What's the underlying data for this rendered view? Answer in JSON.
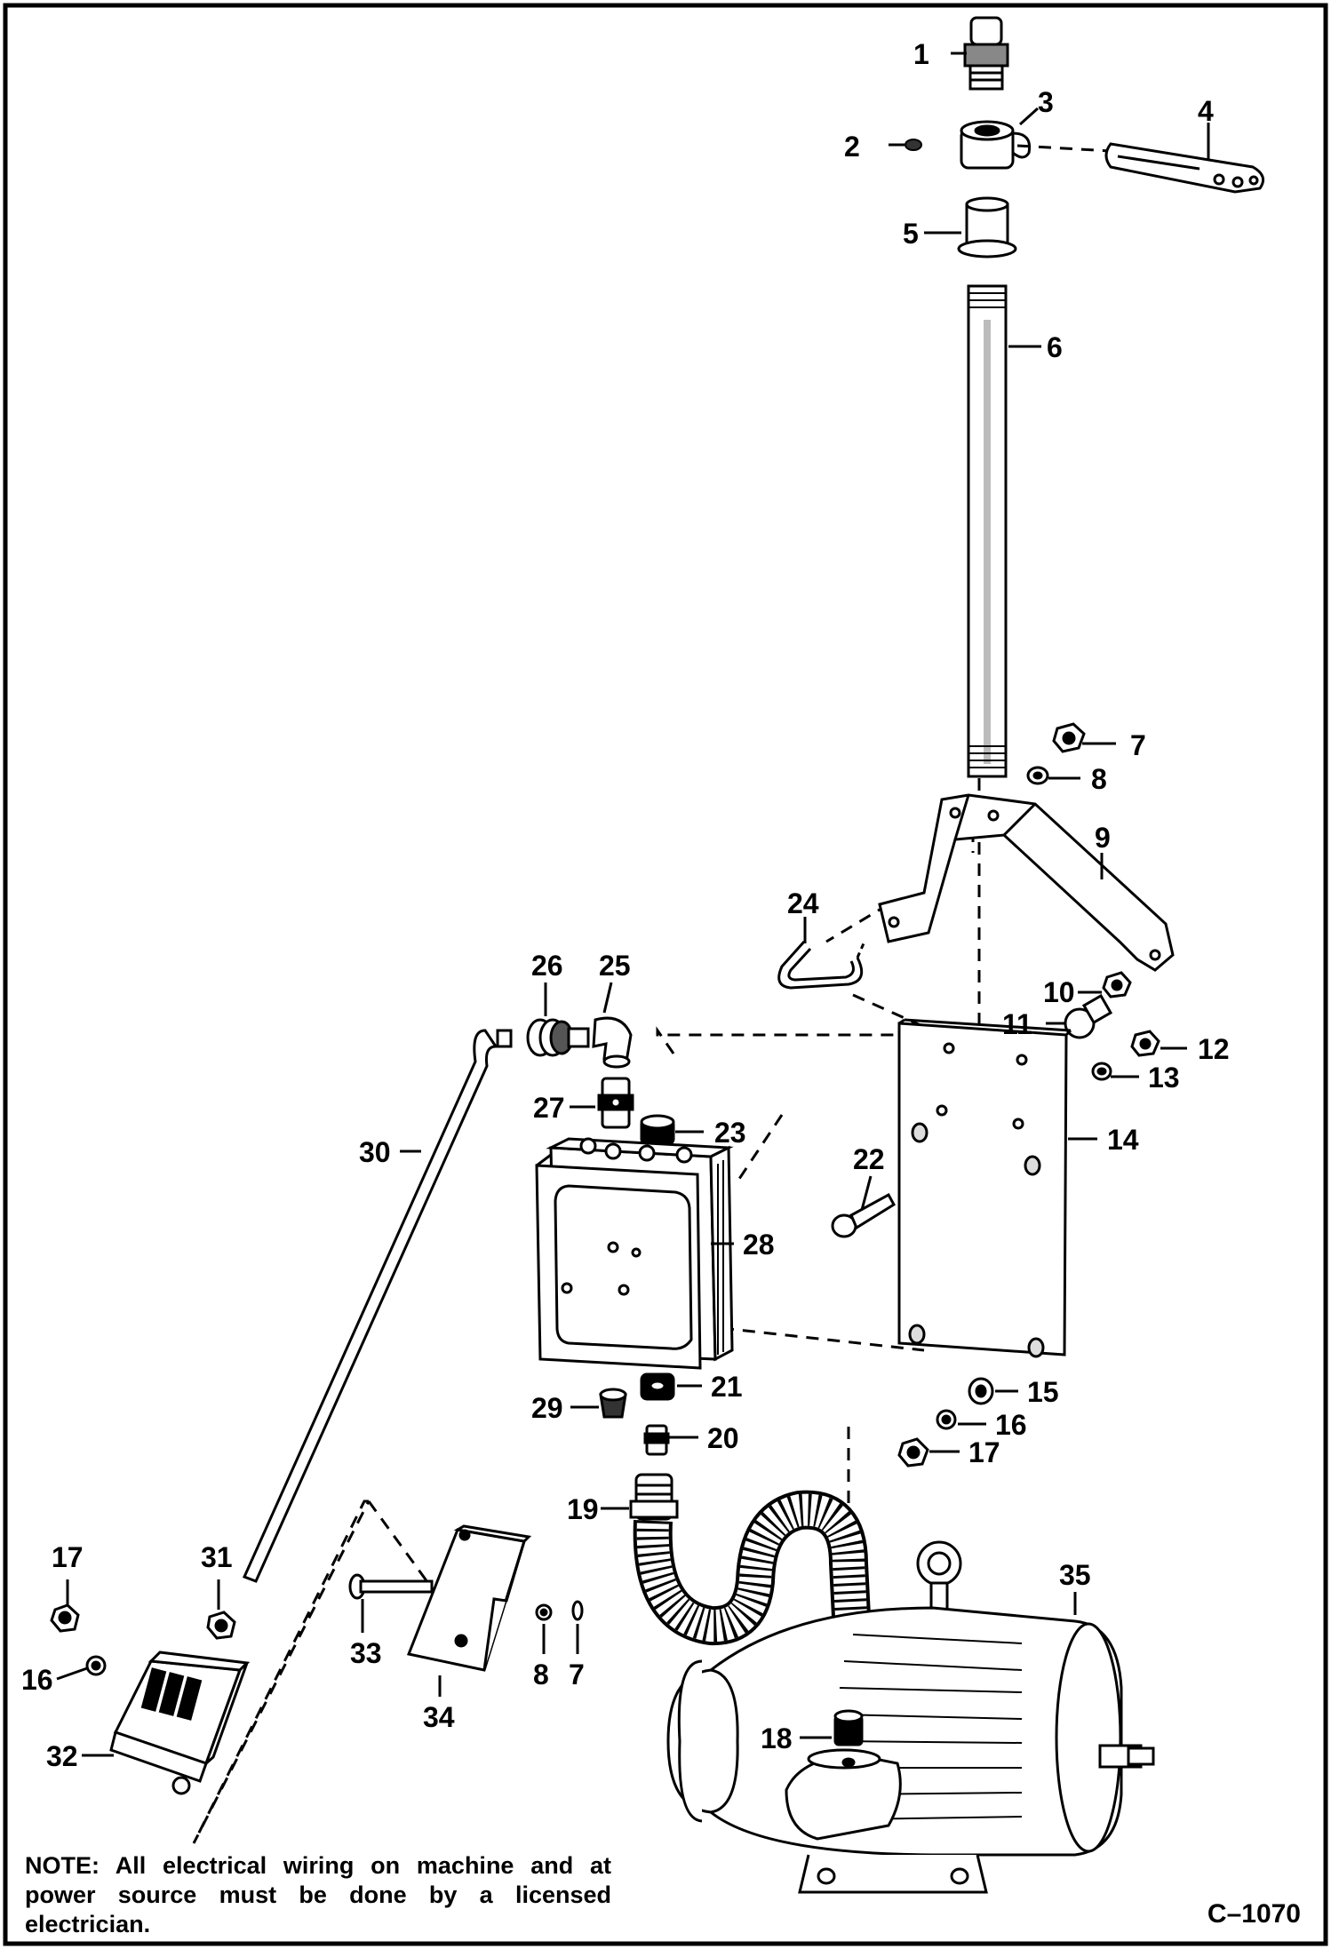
{
  "callouts": [
    {
      "n": "1"
    },
    {
      "n": "2"
    },
    {
      "n": "3"
    },
    {
      "n": "4"
    },
    {
      "n": "5"
    },
    {
      "n": "6"
    },
    {
      "n": "7"
    },
    {
      "n": "8"
    },
    {
      "n": "9"
    },
    {
      "n": "24"
    },
    {
      "n": "10"
    },
    {
      "n": "11"
    },
    {
      "n": "12"
    },
    {
      "n": "13"
    },
    {
      "n": "26"
    },
    {
      "n": "25"
    },
    {
      "n": "27"
    },
    {
      "n": "23"
    },
    {
      "n": "30"
    },
    {
      "n": "14"
    },
    {
      "n": "22"
    },
    {
      "n": "28"
    },
    {
      "n": "21"
    },
    {
      "n": "29"
    },
    {
      "n": "15"
    },
    {
      "n": "20"
    },
    {
      "n": "16"
    },
    {
      "n": "17"
    },
    {
      "n": "19"
    },
    {
      "n": "17"
    },
    {
      "n": "31"
    },
    {
      "n": "35"
    },
    {
      "n": "16"
    },
    {
      "n": "33"
    },
    {
      "n": "8"
    },
    {
      "n": "7"
    },
    {
      "n": "34"
    },
    {
      "n": "18"
    },
    {
      "n": "32"
    }
  ],
  "note": "NOTE:  All electrical wiring on machine and at power source must be done by a licensed electrician.",
  "figure_id": "C–1070"
}
